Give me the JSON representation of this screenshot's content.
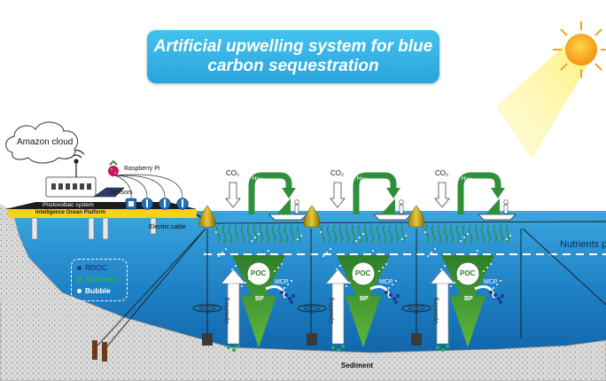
{
  "title": "Artificial upwelling system for blue carbon sequestration",
  "labels": {
    "amazon_cloud": "Amazon cloud",
    "raspberry_pi": "Raspberry Pi",
    "photovoltaic": "Photovoltaic system",
    "platform": "Intelligence Ocean Platform",
    "sensors": "Sensors",
    "electric_cable": "Electric cable",
    "nutrients": "Nutrients p",
    "sediment": "Sediment"
  },
  "legend": {
    "items": [
      {
        "label": "RDOC",
        "color": "#1d3f8f"
      },
      {
        "label": "Nutrients",
        "color": "#25b34b"
      },
      {
        "label": "Bubble",
        "color": "#ffffff"
      }
    ]
  },
  "units": [
    {
      "co2": "CO₂",
      "harvesting": "Harvesting",
      "poc": "POC",
      "bp": "BP",
      "mcp": "MCP",
      "upwelling": "Upwelling"
    },
    {
      "co2": "CO₂",
      "harvesting": "Harvesting",
      "poc": "POC",
      "bp": "BP",
      "mcp": "MCP",
      "upwelling": "Upwelling"
    },
    {
      "co2": "CO₂",
      "harvesting": "Harvesting",
      "poc": "POC",
      "bp": "BP",
      "mcp": "MCP",
      "upwelling": "Upwelling"
    }
  ],
  "colors": {
    "sky_blue": "#43c2ee",
    "ocean_top": "#2f9bd8",
    "ocean_bottom": "#0e5fa6",
    "seaweed_green": "#2f8f3a",
    "arrow_green": "#3c9b2f",
    "buoy_yellow": "#c9a81b",
    "sun": "#f7a21b"
  }
}
